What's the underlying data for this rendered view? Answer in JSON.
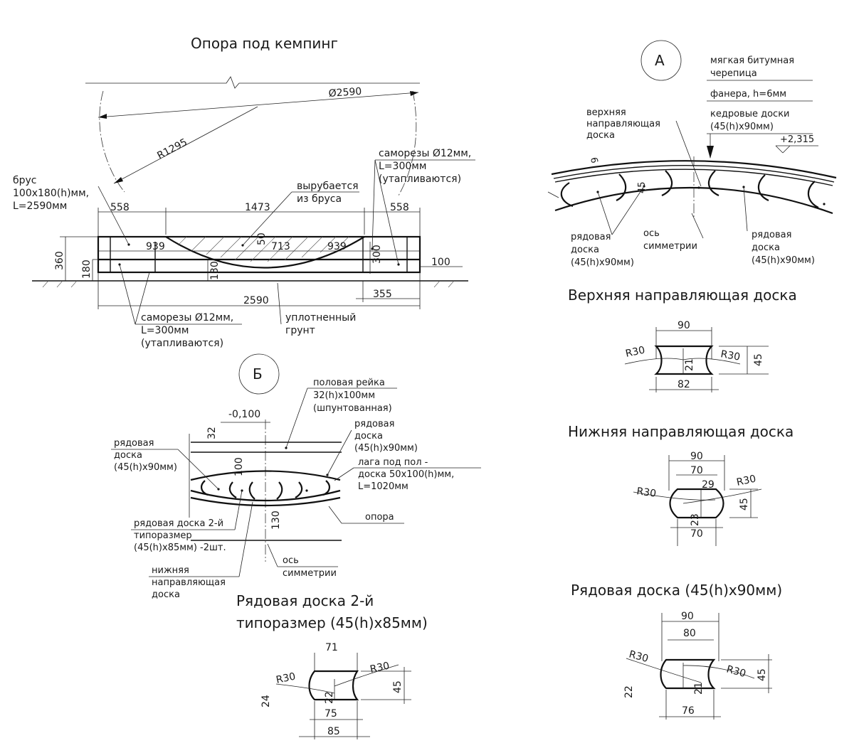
{
  "titles": {
    "main": "Опора под кемпинг",
    "upper_board": "Верхняя направляющая доска",
    "lower_board": "Нижняя направляющая доска",
    "row_board": "Рядовая доска (45(h)x90мм)",
    "row_board_2_l1": "Рядовая доска 2-й",
    "row_board_2_l2": "типоразмер (45(h)x85мм)"
  },
  "callouts": {
    "A": "А",
    "B": "Б"
  },
  "support": {
    "dim_d": "Ø2590",
    "dim_r": "R1295",
    "dim_558_l": "558",
    "dim_1473": "1473",
    "dim_558_r": "558",
    "dim_939_l": "939",
    "dim_713": "713",
    "dim_939_r": "939",
    "dim_50": "50",
    "dim_360": "360",
    "dim_180": "180",
    "dim_130": "130",
    "dim_300": "300",
    "dim_100": "100",
    "dim_2590": "2590",
    "dim_355": "355",
    "beam_l1": "брус",
    "beam_l2": "100х180(h)мм,",
    "beam_l3": "L=2590мм",
    "cut_l1": "вырубается",
    "cut_l2": "из бруса",
    "screw_top_l1": "саморезы Ø12мм,",
    "screw_top_l2": "L=300мм",
    "screw_top_l3": "(утапливаются)",
    "screw_bot_l1": "саморезы Ø12мм,",
    "screw_bot_l2": "L=300мм",
    "screw_bot_l3": "(утапливаются)",
    "soil_l1": "уплотненный",
    "soil_l2": "грунт"
  },
  "detail_a": {
    "roof_l1": "мягкая битумная",
    "roof_l2": "черепица",
    "plywood": "фанера, h=6мм",
    "cedar_l1": "кедровые доски",
    "cedar_l2": "(45(h)x90мм)",
    "level": "+2,315",
    "top_l1": "верхняя",
    "top_l2": "направляющая",
    "top_l3": "доска",
    "dim_6": "6",
    "dim_45": "45",
    "row_left_l1": "рядовая",
    "row_left_l2": "доска",
    "row_left_l3": "(45(h)x90мм)",
    "axis_l1": "ось",
    "axis_l2": "симметрии",
    "row_right_l1": "рядовая",
    "row_right_l2": "доска",
    "row_right_l3": "(45(h)x90мм)"
  },
  "detail_b": {
    "level": "-0,100",
    "dim_32": "32",
    "dim_100": "100",
    "dim_130": "130",
    "floor_l1": "половая рейка",
    "floor_l2": "32(h)х100мм",
    "floor_l3": "(шпунтованная)",
    "row_r_l1": "рядовая",
    "row_r_l2": "доска",
    "row_r_l3": "(45(h)x90мм)",
    "joist_l1": "лага под пол -",
    "joist_l2": "доска 50х100(h)мм,",
    "joist_l3": "L=1020мм",
    "row_l_l1": "рядовая",
    "row_l_l2": "доска",
    "row_l_l3": "(45(h)x90мм)",
    "row2_l1": "рядовая доска 2-й",
    "row2_l2": "типоразмер",
    "row2_l3": "(45(h)x85мм) -2шт.",
    "support": "опора",
    "lower_l1": "нижняя",
    "lower_l2": "направляющая",
    "lower_l3": "доска",
    "axis_l1": "ось",
    "axis_l2": "симметрии"
  },
  "upper_board": {
    "w": "90",
    "r_l": "R30",
    "r_r": "R30",
    "mid": "21",
    "h": "45",
    "bot": "82"
  },
  "lower_board": {
    "w": "90",
    "w2": "70",
    "r_l": "R30",
    "r_r": "R30",
    "dim_29": "29",
    "dim_23": "23",
    "h": "45",
    "bot": "70"
  },
  "row_board": {
    "w": "90",
    "w2": "80",
    "r_l": "R30",
    "r_r": "R30",
    "h": "45",
    "side": "22",
    "mid": "21",
    "bot": "76"
  },
  "row_board_2": {
    "top": "71",
    "r_l": "R30",
    "r_r": "R30",
    "h": "45",
    "side": "24",
    "mid": "22",
    "w2": "75",
    "w": "85"
  }
}
